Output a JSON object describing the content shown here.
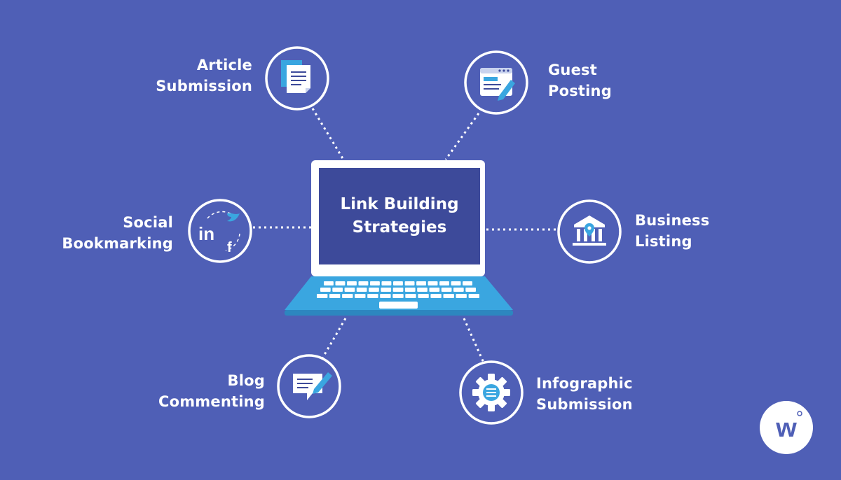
{
  "center": {
    "line1": "Link Building",
    "line2": "Strategies"
  },
  "nodes": {
    "article": {
      "line1": "Article",
      "line2": "Submission",
      "icon": "document-icon"
    },
    "guest": {
      "line1": "Guest",
      "line2": "Posting",
      "icon": "browser-edit-icon"
    },
    "social": {
      "line1": "Social",
      "line2": "Bookmarking",
      "icon": "social-media-icon"
    },
    "business": {
      "line1": "Business",
      "line2": "Listing",
      "icon": "building-pin-icon"
    },
    "blog": {
      "line1": "Blog",
      "line2": "Commenting",
      "icon": "comment-pencil-icon"
    },
    "infographic": {
      "line1": "Infographic",
      "line2": "Submission",
      "icon": "gear-icon"
    }
  },
  "colors": {
    "background": "#4f5fb6",
    "screen": "#3d4a9a",
    "laptop_base": "#3aa6e0",
    "accent": "#3aa6e0"
  },
  "brand": {
    "logo_letter": "w"
  }
}
